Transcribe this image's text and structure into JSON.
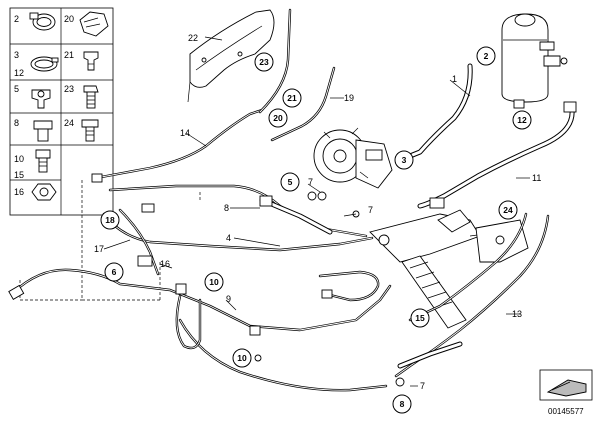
{
  "legend": {
    "items": [
      "2",
      "20",
      "3",
      "21",
      "12",
      "5",
      "23",
      "8",
      "24",
      "10",
      "15",
      "16"
    ]
  },
  "callouts": {
    "c2": "2",
    "c12": "12",
    "c21": "21",
    "c20": "20",
    "c23": "23",
    "c5": "5",
    "c3": "3",
    "c18": "18",
    "c6": "6",
    "c10a": "10",
    "c10b": "10",
    "c15": "15",
    "c24": "24",
    "c8": "8"
  },
  "labels": {
    "l22": "22",
    "l1": "1",
    "l19": "19",
    "l14": "14",
    "l11": "11",
    "l7a": "7",
    "l8": "8",
    "l7b": "7",
    "l4": "4",
    "l17": "17",
    "l16": "16",
    "l9": "9",
    "l13": "13",
    "l7c": "7"
  },
  "footer": {
    "diagram_number": "00145577"
  }
}
